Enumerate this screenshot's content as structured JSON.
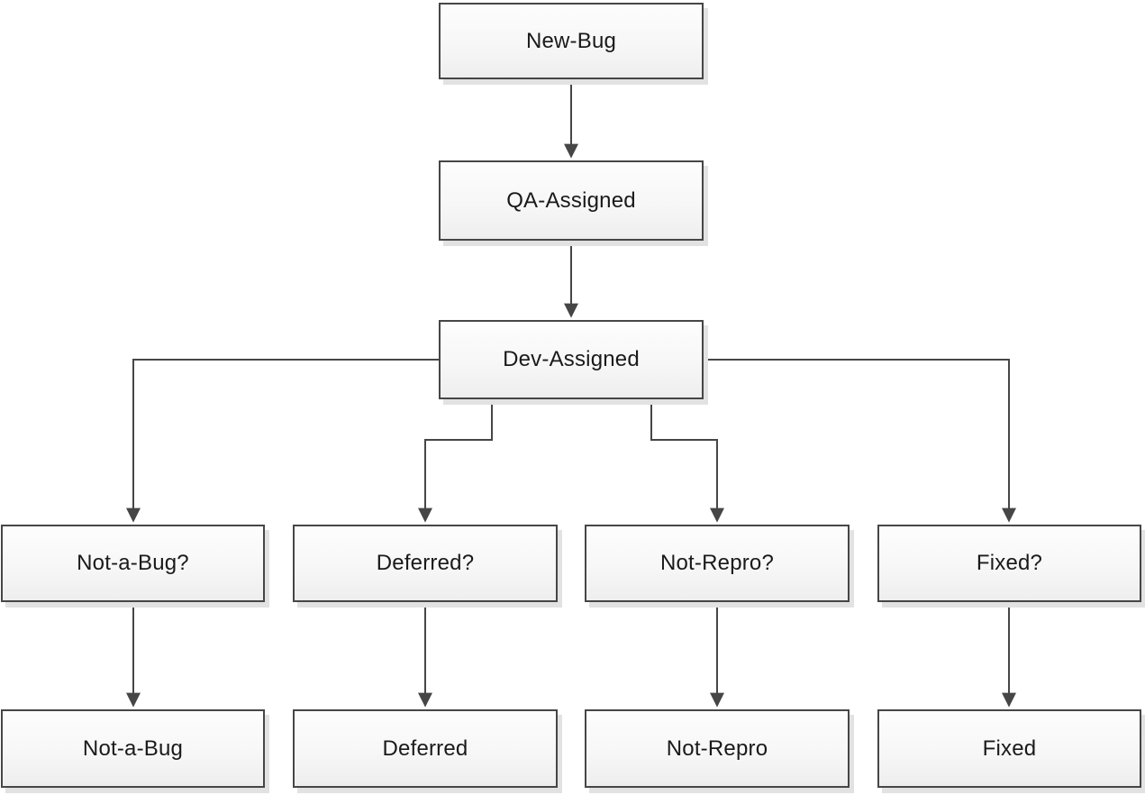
{
  "nodes": {
    "new_bug": "New-Bug",
    "qa_assigned": "QA-Assigned",
    "dev_assigned": "Dev-Assigned",
    "not_a_bug_q": "Not-a-Bug?",
    "deferred_q": "Deferred?",
    "not_repro_q": "Not-Repro?",
    "fixed_q": "Fixed?",
    "not_a_bug": "Not-a-Bug",
    "deferred": "Deferred",
    "not_repro": "Not-Repro",
    "fixed": "Fixed"
  },
  "edges": [
    {
      "from": "New-Bug",
      "to": "QA-Assigned"
    },
    {
      "from": "QA-Assigned",
      "to": "Dev-Assigned"
    },
    {
      "from": "Dev-Assigned",
      "to": "Not-a-Bug?"
    },
    {
      "from": "Dev-Assigned",
      "to": "Deferred?"
    },
    {
      "from": "Dev-Assigned",
      "to": "Not-Repro?"
    },
    {
      "from": "Dev-Assigned",
      "to": "Fixed?"
    },
    {
      "from": "Not-a-Bug?",
      "to": "Not-a-Bug"
    },
    {
      "from": "Deferred?",
      "to": "Deferred"
    },
    {
      "from": "Not-Repro?",
      "to": "Not-Repro"
    },
    {
      "from": "Fixed?",
      "to": "Fixed"
    }
  ],
  "colors": {
    "background": "#ffffff",
    "box_border": "#464646",
    "box_fill_top": "#fdfdfd",
    "box_fill_bottom": "#eeeeee",
    "box_shadow": "#e2e2e2",
    "connector": "#464646",
    "text": "#1a1a1a"
  }
}
